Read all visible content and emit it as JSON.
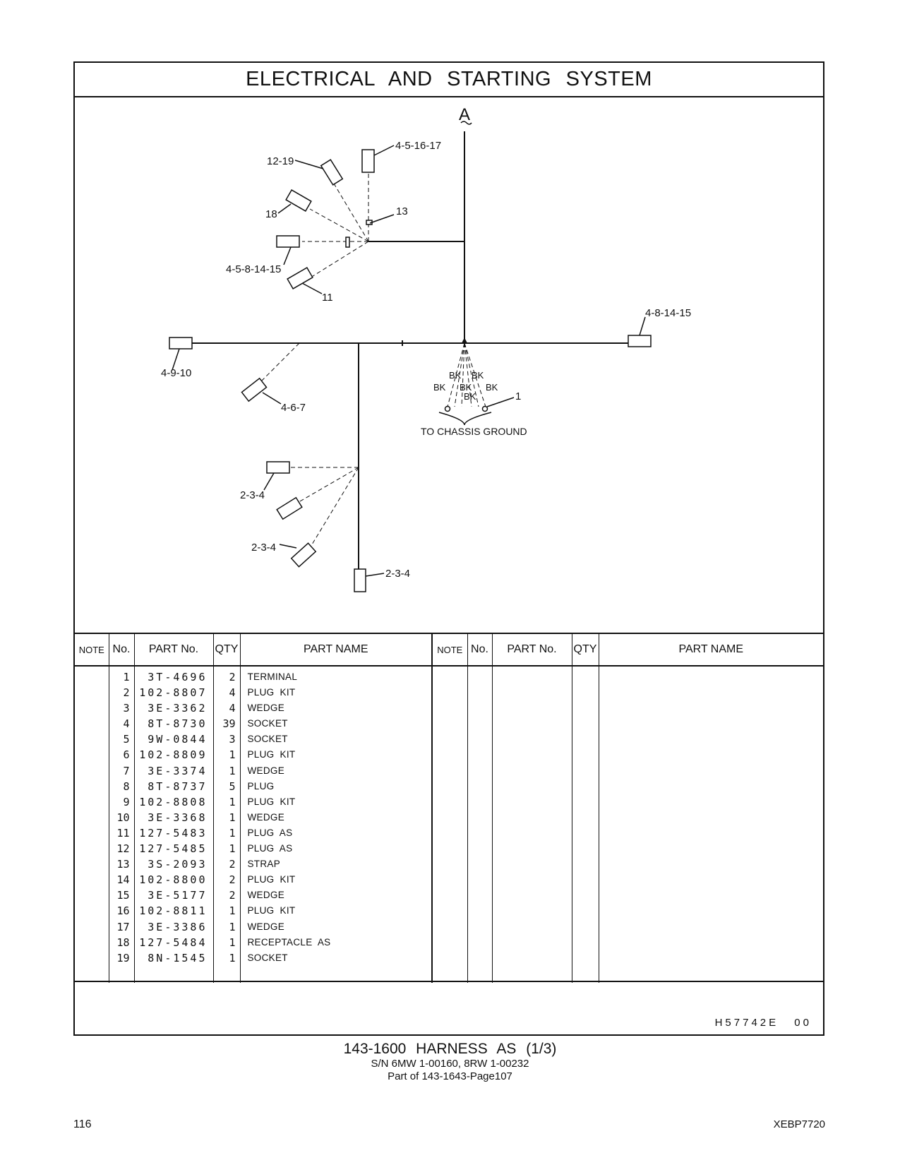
{
  "title": "ELECTRICAL AND STARTING SYSTEM",
  "diagram": {
    "view_label": "A",
    "callouts": {
      "c_4_5_16_17": "4-5-16-17",
      "c_12_19": "12-19",
      "c_18": "18",
      "c_13": "13",
      "c_4_5_8_14_15": "4-5-8-14-15",
      "c_11": "11",
      "c_4_8_14_15": "4-8-14-15",
      "c_4_9_10": "4-9-10",
      "c_4_6_7": "4-6-7",
      "c_1": "1",
      "c_2_3_4_a": "2-3-4",
      "c_2_3_4_b": "2-3-4",
      "c_2_3_4_c": "2-3-4"
    },
    "wire_color": "BK",
    "ground_label": "TO CHASSIS GROUND"
  },
  "table": {
    "headers": {
      "note": "NOTE",
      "no": "No.",
      "part_no": "PART No.",
      "qty": "QTY",
      "part_name": "PART NAME"
    },
    "rows": [
      {
        "no": "1",
        "part_no": "3T-4696",
        "qty": "2",
        "name": "TERMINAL"
      },
      {
        "no": "2",
        "part_no": "102-8807",
        "qty": "4",
        "name": "PLUG KIT"
      },
      {
        "no": "3",
        "part_no": "3E-3362",
        "qty": "4",
        "name": "WEDGE"
      },
      {
        "no": "4",
        "part_no": "8T-8730",
        "qty": "39",
        "name": "SOCKET"
      },
      {
        "no": "5",
        "part_no": "9W-0844",
        "qty": "3",
        "name": "SOCKET"
      },
      {
        "no": "6",
        "part_no": "102-8809",
        "qty": "1",
        "name": "PLUG KIT"
      },
      {
        "no": "7",
        "part_no": "3E-3374",
        "qty": "1",
        "name": "WEDGE"
      },
      {
        "no": "8",
        "part_no": "8T-8737",
        "qty": "5",
        "name": "PLUG"
      },
      {
        "no": "9",
        "part_no": "102-8808",
        "qty": "1",
        "name": "PLUG KIT"
      },
      {
        "no": "10",
        "part_no": "3E-3368",
        "qty": "1",
        "name": "WEDGE"
      },
      {
        "no": "11",
        "part_no": "127-5483",
        "qty": "1",
        "name": "PLUG AS"
      },
      {
        "no": "12",
        "part_no": "127-5485",
        "qty": "1",
        "name": "PLUG AS"
      },
      {
        "no": "13",
        "part_no": "3S-2093",
        "qty": "2",
        "name": "STRAP"
      },
      {
        "no": "14",
        "part_no": "102-8800",
        "qty": "2",
        "name": "PLUG KIT"
      },
      {
        "no": "15",
        "part_no": "3E-5177",
        "qty": "2",
        "name": "WEDGE"
      },
      {
        "no": "16",
        "part_no": "102-8811",
        "qty": "1",
        "name": "PLUG KIT"
      },
      {
        "no": "17",
        "part_no": "3E-3386",
        "qty": "1",
        "name": "WEDGE"
      },
      {
        "no": "18",
        "part_no": "127-5484",
        "qty": "1",
        "name": "RECEPTACLE AS"
      },
      {
        "no": "19",
        "part_no": "8N-1545",
        "qty": "1",
        "name": "SOCKET"
      }
    ]
  },
  "illustration_code": "H57742E 00",
  "caption": {
    "line1": "143-1600 HARNESS AS (1/3)",
    "line2": "S/N 6MW 1-00160, 8RW 1-00232",
    "line3": "Part of 143-1643-Page107"
  },
  "page_number": "116",
  "doc_id": "XEBP7720"
}
